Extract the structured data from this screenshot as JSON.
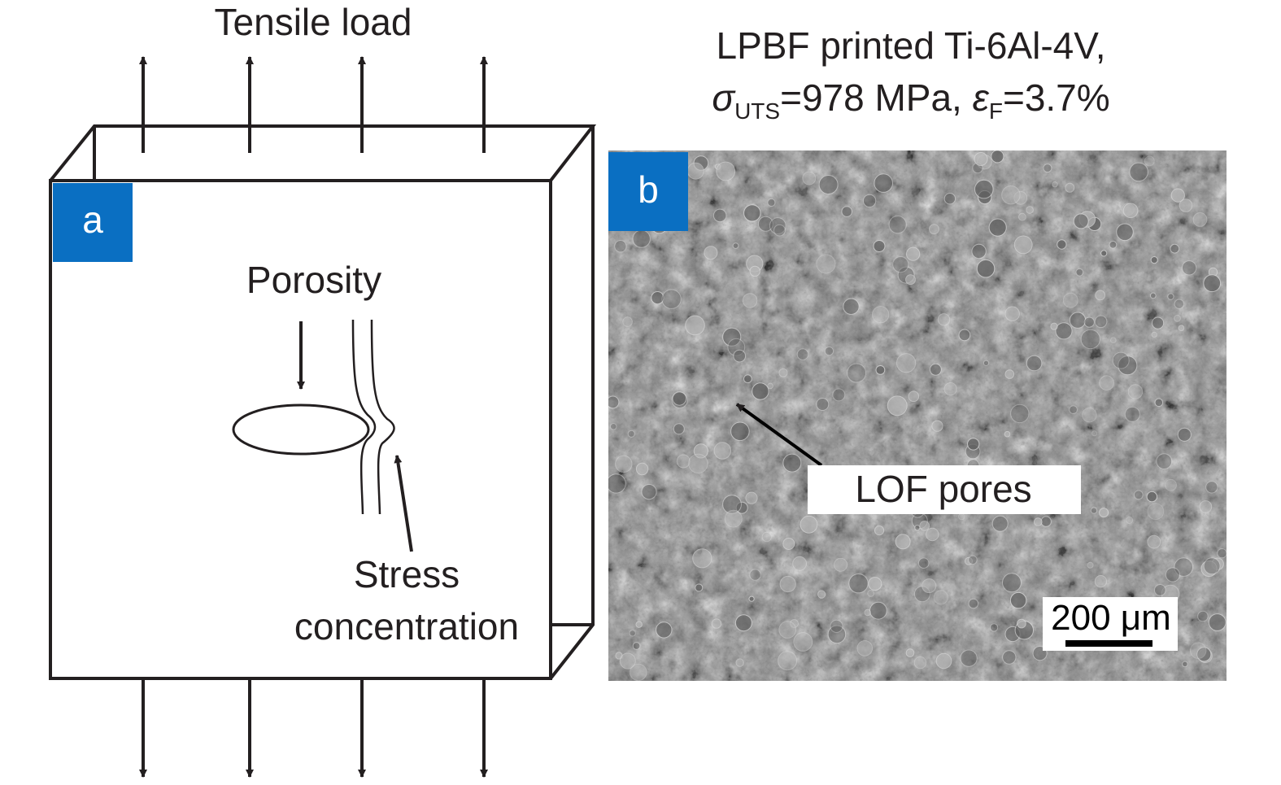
{
  "panel_a": {
    "badge": "a",
    "top_label": "Tensile load",
    "porosity_label": "Porosity",
    "stress_label_line1": "Stress",
    "stress_label_line2": "concentration"
  },
  "panel_b": {
    "badge": "b",
    "title_line1": "LPBF printed Ti-6Al-4V,",
    "sigma_symbol": "σ",
    "sigma_subscript": "UTS",
    "sigma_value": "=978 MPa, ",
    "epsilon_symbol": "ε",
    "epsilon_subscript": "F",
    "epsilon_value": "=3.7%",
    "annotation": "LOF pores",
    "scale_bar_label": "200 μm"
  },
  "colors": {
    "badge": "#0a6fc2",
    "ink": "#231f20",
    "sem_base": "#8a8a8a"
  }
}
